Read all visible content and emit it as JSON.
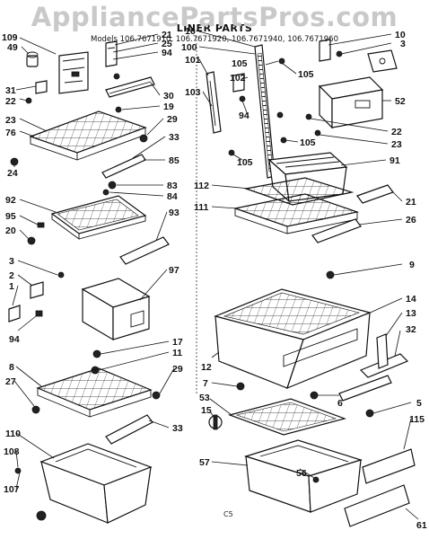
{
  "watermark": "AppliancePartsPros.com",
  "title": "LINER PARTS",
  "models": "Models 106.7671910, 106.7671920, 106.7671940, 106.7671960",
  "footer_code": "C5",
  "labels": {
    "l109": "109",
    "l49": "49",
    "l31": "31",
    "l22a": "22",
    "l23a": "23",
    "l76": "76",
    "l24": "24",
    "l21a": "21",
    "l25": "25",
    "l94a": "94",
    "l30": "30",
    "l19": "19",
    "l29a": "29",
    "l33a": "33",
    "l85": "85",
    "l83": "83",
    "l84": "84",
    "l92": "92",
    "l95": "95",
    "l20": "20",
    "l93": "93",
    "l3a": "3",
    "l2": "2",
    "l1": "1",
    "l94b": "94",
    "l97": "97",
    "l17": "17",
    "l11": "11",
    "l8": "8",
    "l27": "27",
    "l29b": "29",
    "l33b": "33",
    "l110": "110",
    "l108": "108",
    "l107": "107",
    "l16": "16",
    "l100": "100",
    "l101": "101",
    "l105a": "105",
    "l102": "102",
    "l103": "103",
    "l94c": "94",
    "l105b": "105",
    "l105c": "105",
    "l105d": "105",
    "l10": "10",
    "l3b": "3",
    "l52": "52",
    "l22b": "22",
    "l23b": "23",
    "l91": "91",
    "l112": "112",
    "l111": "111",
    "l21b": "21",
    "l26": "26",
    "l9": "9",
    "l14": "14",
    "l13": "13",
    "l32": "32",
    "l12": "12",
    "l7": "7",
    "l53": "53",
    "l15": "15",
    "l6": "6",
    "l5": "5",
    "l115": "115",
    "l57": "57",
    "l56": "56",
    "l61": "61"
  }
}
